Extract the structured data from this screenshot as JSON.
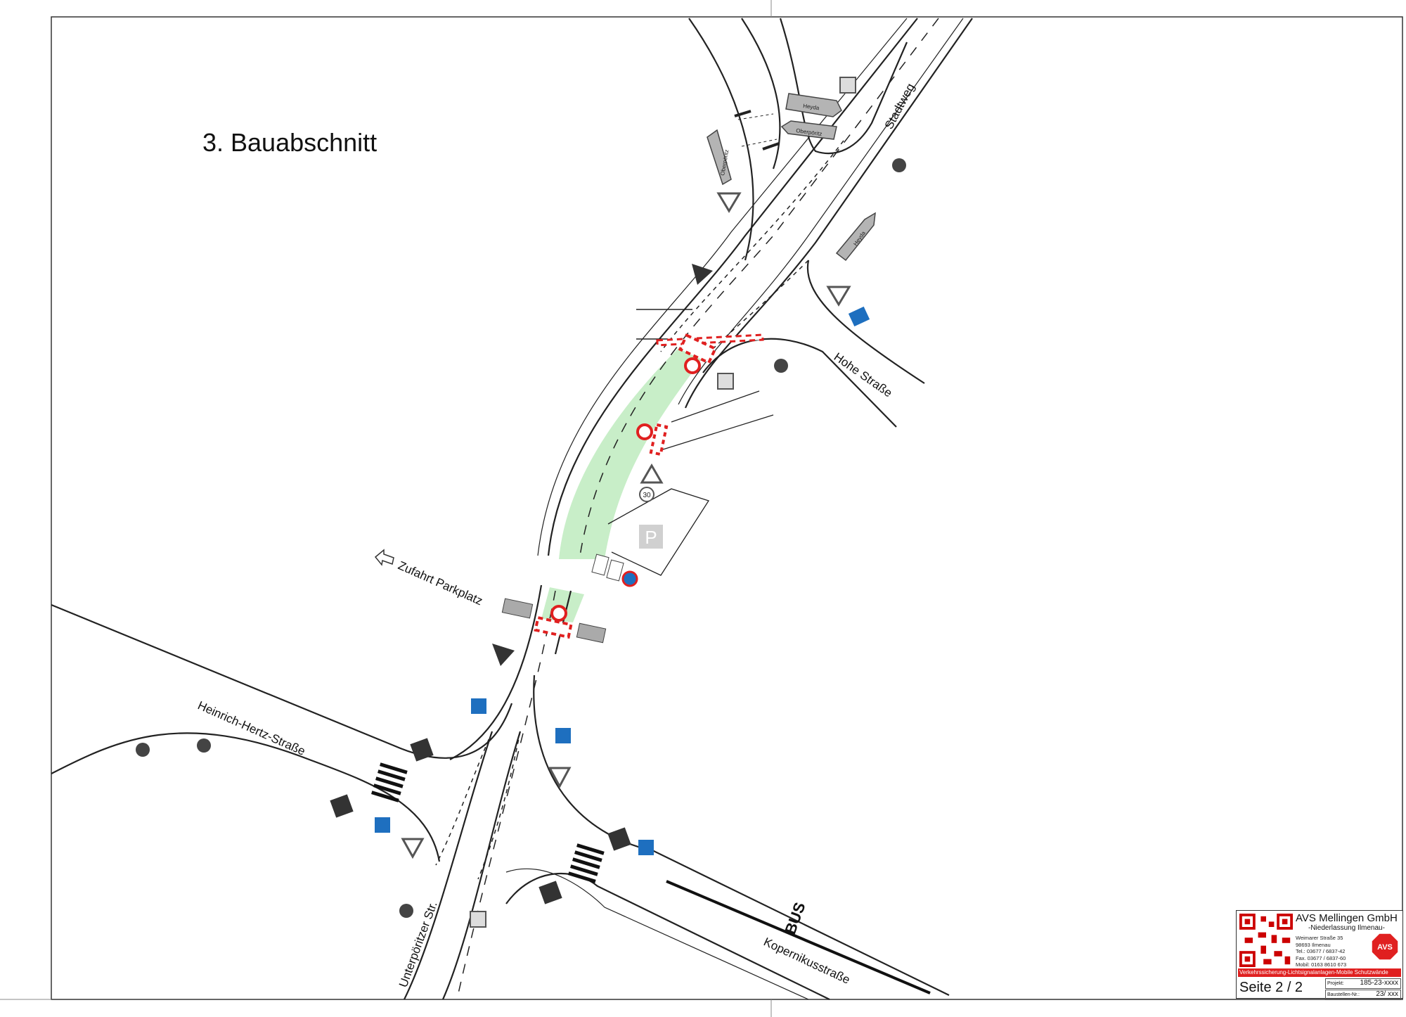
{
  "title": "3. Bauabschnitt",
  "streets": {
    "stadtweg": "Stadtweg",
    "hohe": "Hohe Straße",
    "heinrich_hertz": "Heinrich-Hertz-Straße",
    "unterpoeritzer": "Unterpöritzer Str.",
    "kopernikus": "Kopernikusstraße"
  },
  "access_label": "Zufahrt Parkplatz",
  "parking_symbol": "P",
  "bus_marking": "BUS",
  "direction_signs": {
    "heyda_1": "Heyda",
    "oberpoeritz_1": "Oberpöritz",
    "oberpoeritz_2": "Oberpöritz",
    "heyda_2": "Heyda"
  },
  "speed_limit": "30",
  "colors": {
    "work_zone": "#c8eec8",
    "barrier_red": "#e02020",
    "sign_blue": "#1e6fbf",
    "sign_gray": "#b4b4b4"
  },
  "title_block": {
    "company": "AVS Mellingen GmbH",
    "branch": "-Niederlassung Ilmenau-",
    "address_lines": [
      "Weimarer Straße 35",
      "98693 Ilmenau",
      "Tel.: 03677 / 6837-42",
      "Fax. 03677 / 6837-60",
      "Mobil: 0163 8610 673"
    ],
    "logo_text": "AVS",
    "services": "Verkehrssicherung-Lichtsignalanlagen-Mobile Schutzwände",
    "page_label": "Seite 2  /  2",
    "project_label": "Projekt:",
    "project_value": "185-23-xxxx",
    "site_label": "Baustellen-Nr.:",
    "site_value": "23/  xxx"
  }
}
